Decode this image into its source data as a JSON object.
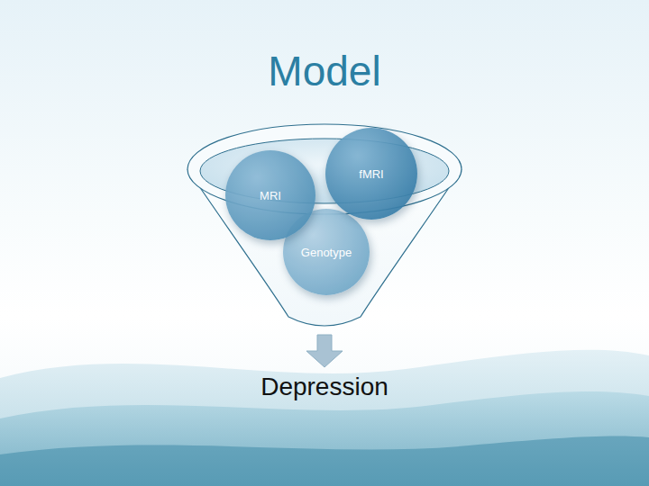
{
  "diagram": {
    "title": "Model",
    "nodes": [
      {
        "text": [
          "MRI"
        ]
      },
      {
        "text": [
          "fMRI"
        ]
      },
      {
        "text": [
          "Genotype"
        ]
      }
    ],
    "labels": [
      "Depression"
    ]
  }
}
